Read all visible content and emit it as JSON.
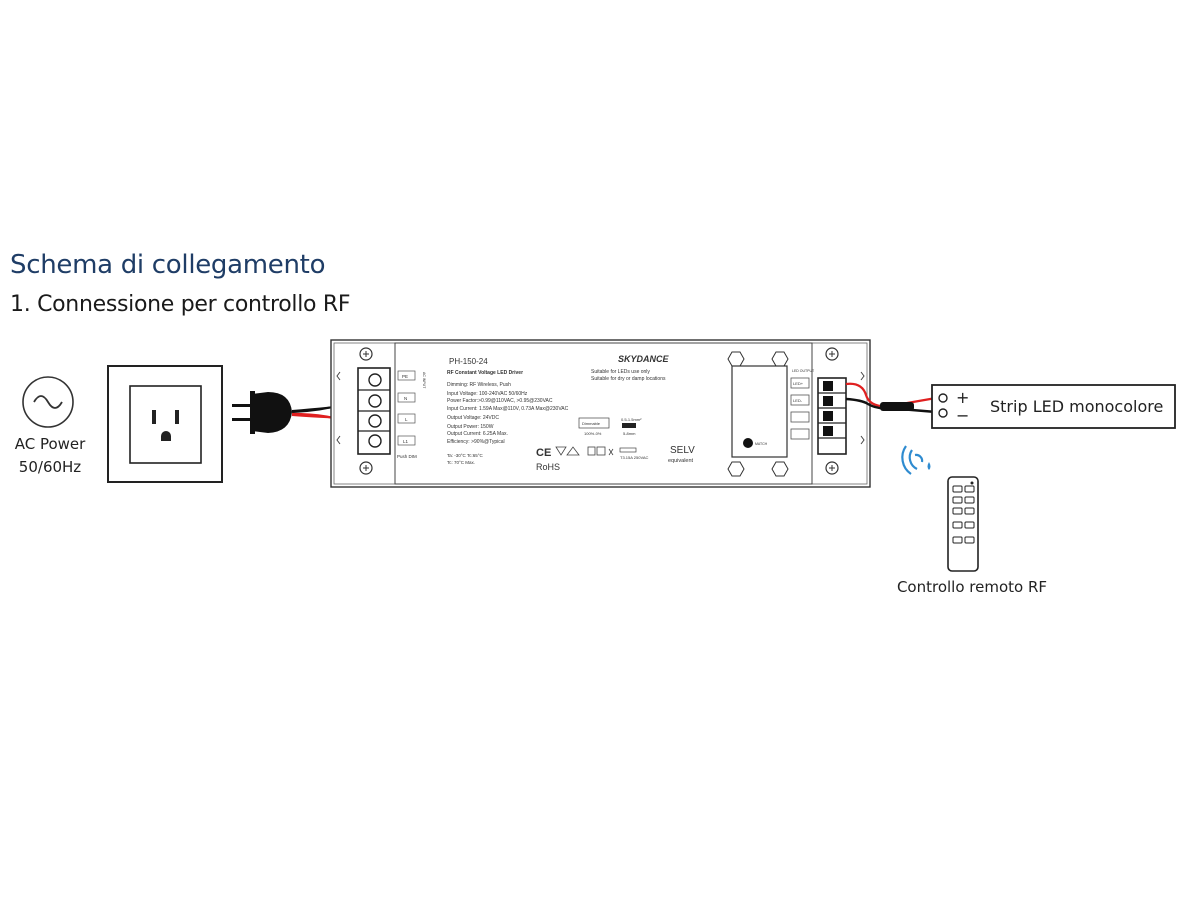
{
  "header": {
    "title": "Schema di collegamento",
    "subtitle": "1. Connessione per controllo RF"
  },
  "ac_power": {
    "line1": "AC Power",
    "line2": "50/60Hz"
  },
  "driver": {
    "model": "PH-150-24",
    "description": "RF Constant Voltage LED Driver",
    "brand": "SKYDANCE",
    "note1": "Suitable for LEDs use only",
    "note2": "Suitable for dry or damp locations",
    "spec_dimming": "Dimming: RF Wireless, Push",
    "spec_input_voltage": "Input Voltage: 100-240VAC 50/60Hz",
    "spec_power_factor": "Power Factor:>0.99@110VAC, >0.95@230VAC",
    "spec_input_current": "Input Current: 1.59A Max@110V, 0.73A Max@230VAC",
    "spec_output_voltage": "Output Voltage: 24VDC",
    "spec_output_power": "Output Power: 150W",
    "spec_output_current": "Output Current: 6.25A Max.",
    "spec_efficiency": "Efficiency: >90%@Typical",
    "spec_ta": "Ta: -30°C Tc:65°C",
    "spec_tc": "Tc: 70°C Max.",
    "rohs": "RoHS",
    "selv": "SELV",
    "selv_sub": "equivalent",
    "dimmable": "Dimmable",
    "dim_range": "100%-0%",
    "wire_gauge": "0.5-1.5mm²",
    "strip_len": "5-8mm",
    "fuse": "T3.15A 250VAC",
    "terminal_pe": "PE",
    "terminal_n": "N",
    "terminal_l": "L",
    "terminal_l1": "L1",
    "push_dim": "Push DIM",
    "output_label": "LED OUTPUT",
    "out_plus": "LED+",
    "out_minus": "LED-",
    "input_label": "AC INPUT",
    "match": "MATCH"
  },
  "strip": {
    "label": "Strip LED monocolore",
    "plus": "+",
    "minus": "−"
  },
  "remote": {
    "label": "Controllo remoto RF"
  },
  "colors": {
    "title": "#1f3d66",
    "wire_red": "#e02020",
    "wire_black": "#111111",
    "wireless": "#2e8bd0"
  }
}
